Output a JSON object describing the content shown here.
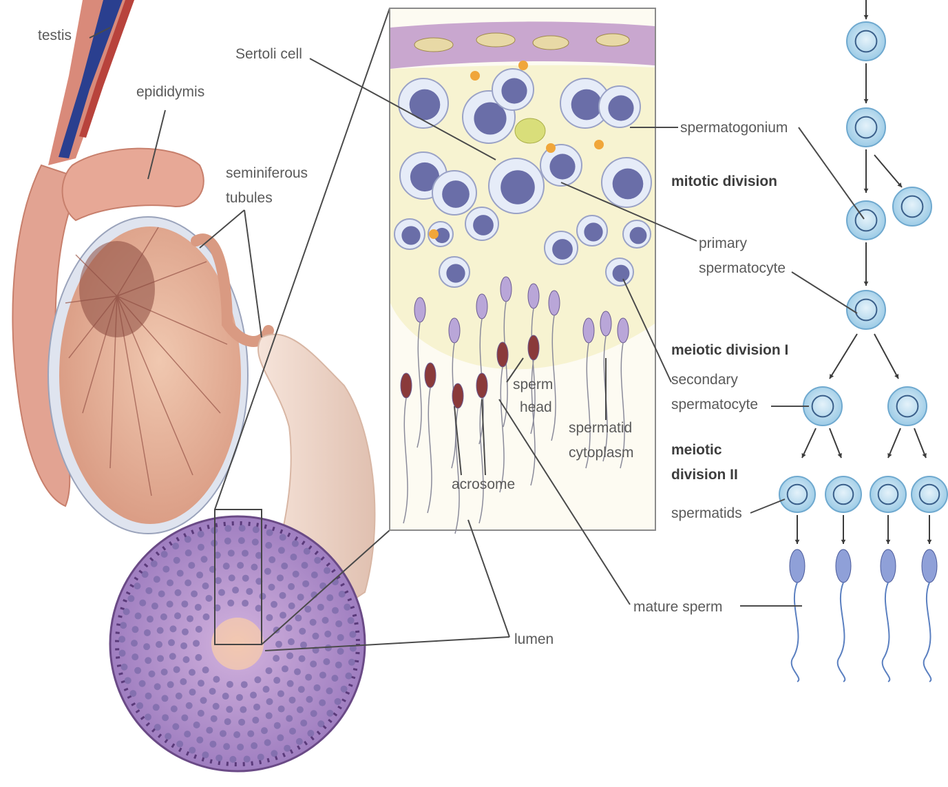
{
  "labels": {
    "testis": "testis",
    "epididymis": "epididymis",
    "sertoli_cell": "Sertoli cell",
    "seminiferous_tubules": [
      "seminiferous",
      "tubules"
    ],
    "sperm_head": [
      "sperm",
      "head"
    ],
    "spermatid_cytoplasm": [
      "spermatid",
      "cytoplasm"
    ],
    "acrosome": "acrosome",
    "lumen": "lumen",
    "mature_sperm": "mature sperm",
    "spermatogonium": "spermatogonium",
    "primary_spermatocyte": [
      "primary",
      "spermatocyte"
    ],
    "secondary_spermatocyte": [
      "secondary",
      "spermatocyte"
    ],
    "spermatids": "spermatids"
  },
  "stages": {
    "mitotic_division": "mitotic division",
    "meiotic_division_1": "meiotic division I",
    "meiotic_division_2": [
      "meiotic",
      "division II"
    ]
  },
  "colors": {
    "tissue_pink": "#e8b49a",
    "tubule_purple": "#9a7ab8",
    "cell_blue": "#c8e3f2",
    "nucleus": "#6a6ea8",
    "sperm_head": "#8a3a3a",
    "vessel_blue": "#2a3f8f"
  }
}
